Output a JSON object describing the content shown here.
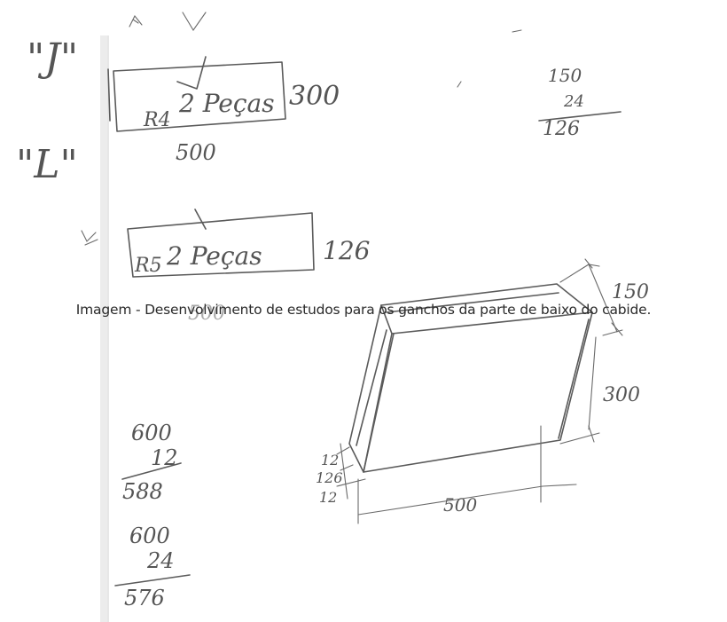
{
  "caption": "Imagem - Desenvolvimento de estudos para os ganchos da parte de baixo do cabide.",
  "sketch": {
    "label_j": "\"J\"",
    "label_l": "\"L\"",
    "part_r4": {
      "code": "R4",
      "qty": "2 Peças",
      "height": "300",
      "width": "500"
    },
    "part_r5": {
      "code": "R5",
      "qty": "2 Peças",
      "height": "126",
      "width": "500"
    },
    "calc_top": {
      "a": "150",
      "b": "24",
      "result": "126"
    },
    "calc_mid": {
      "a": "600",
      "b": "12",
      "result": "588"
    },
    "calc_bottom": {
      "a": "600",
      "b": "24",
      "result": "576"
    },
    "box_dims": {
      "depth": "150",
      "height": "300",
      "length": "500",
      "edge_top": "12",
      "inner": "126",
      "edge_bottom": "12"
    }
  }
}
